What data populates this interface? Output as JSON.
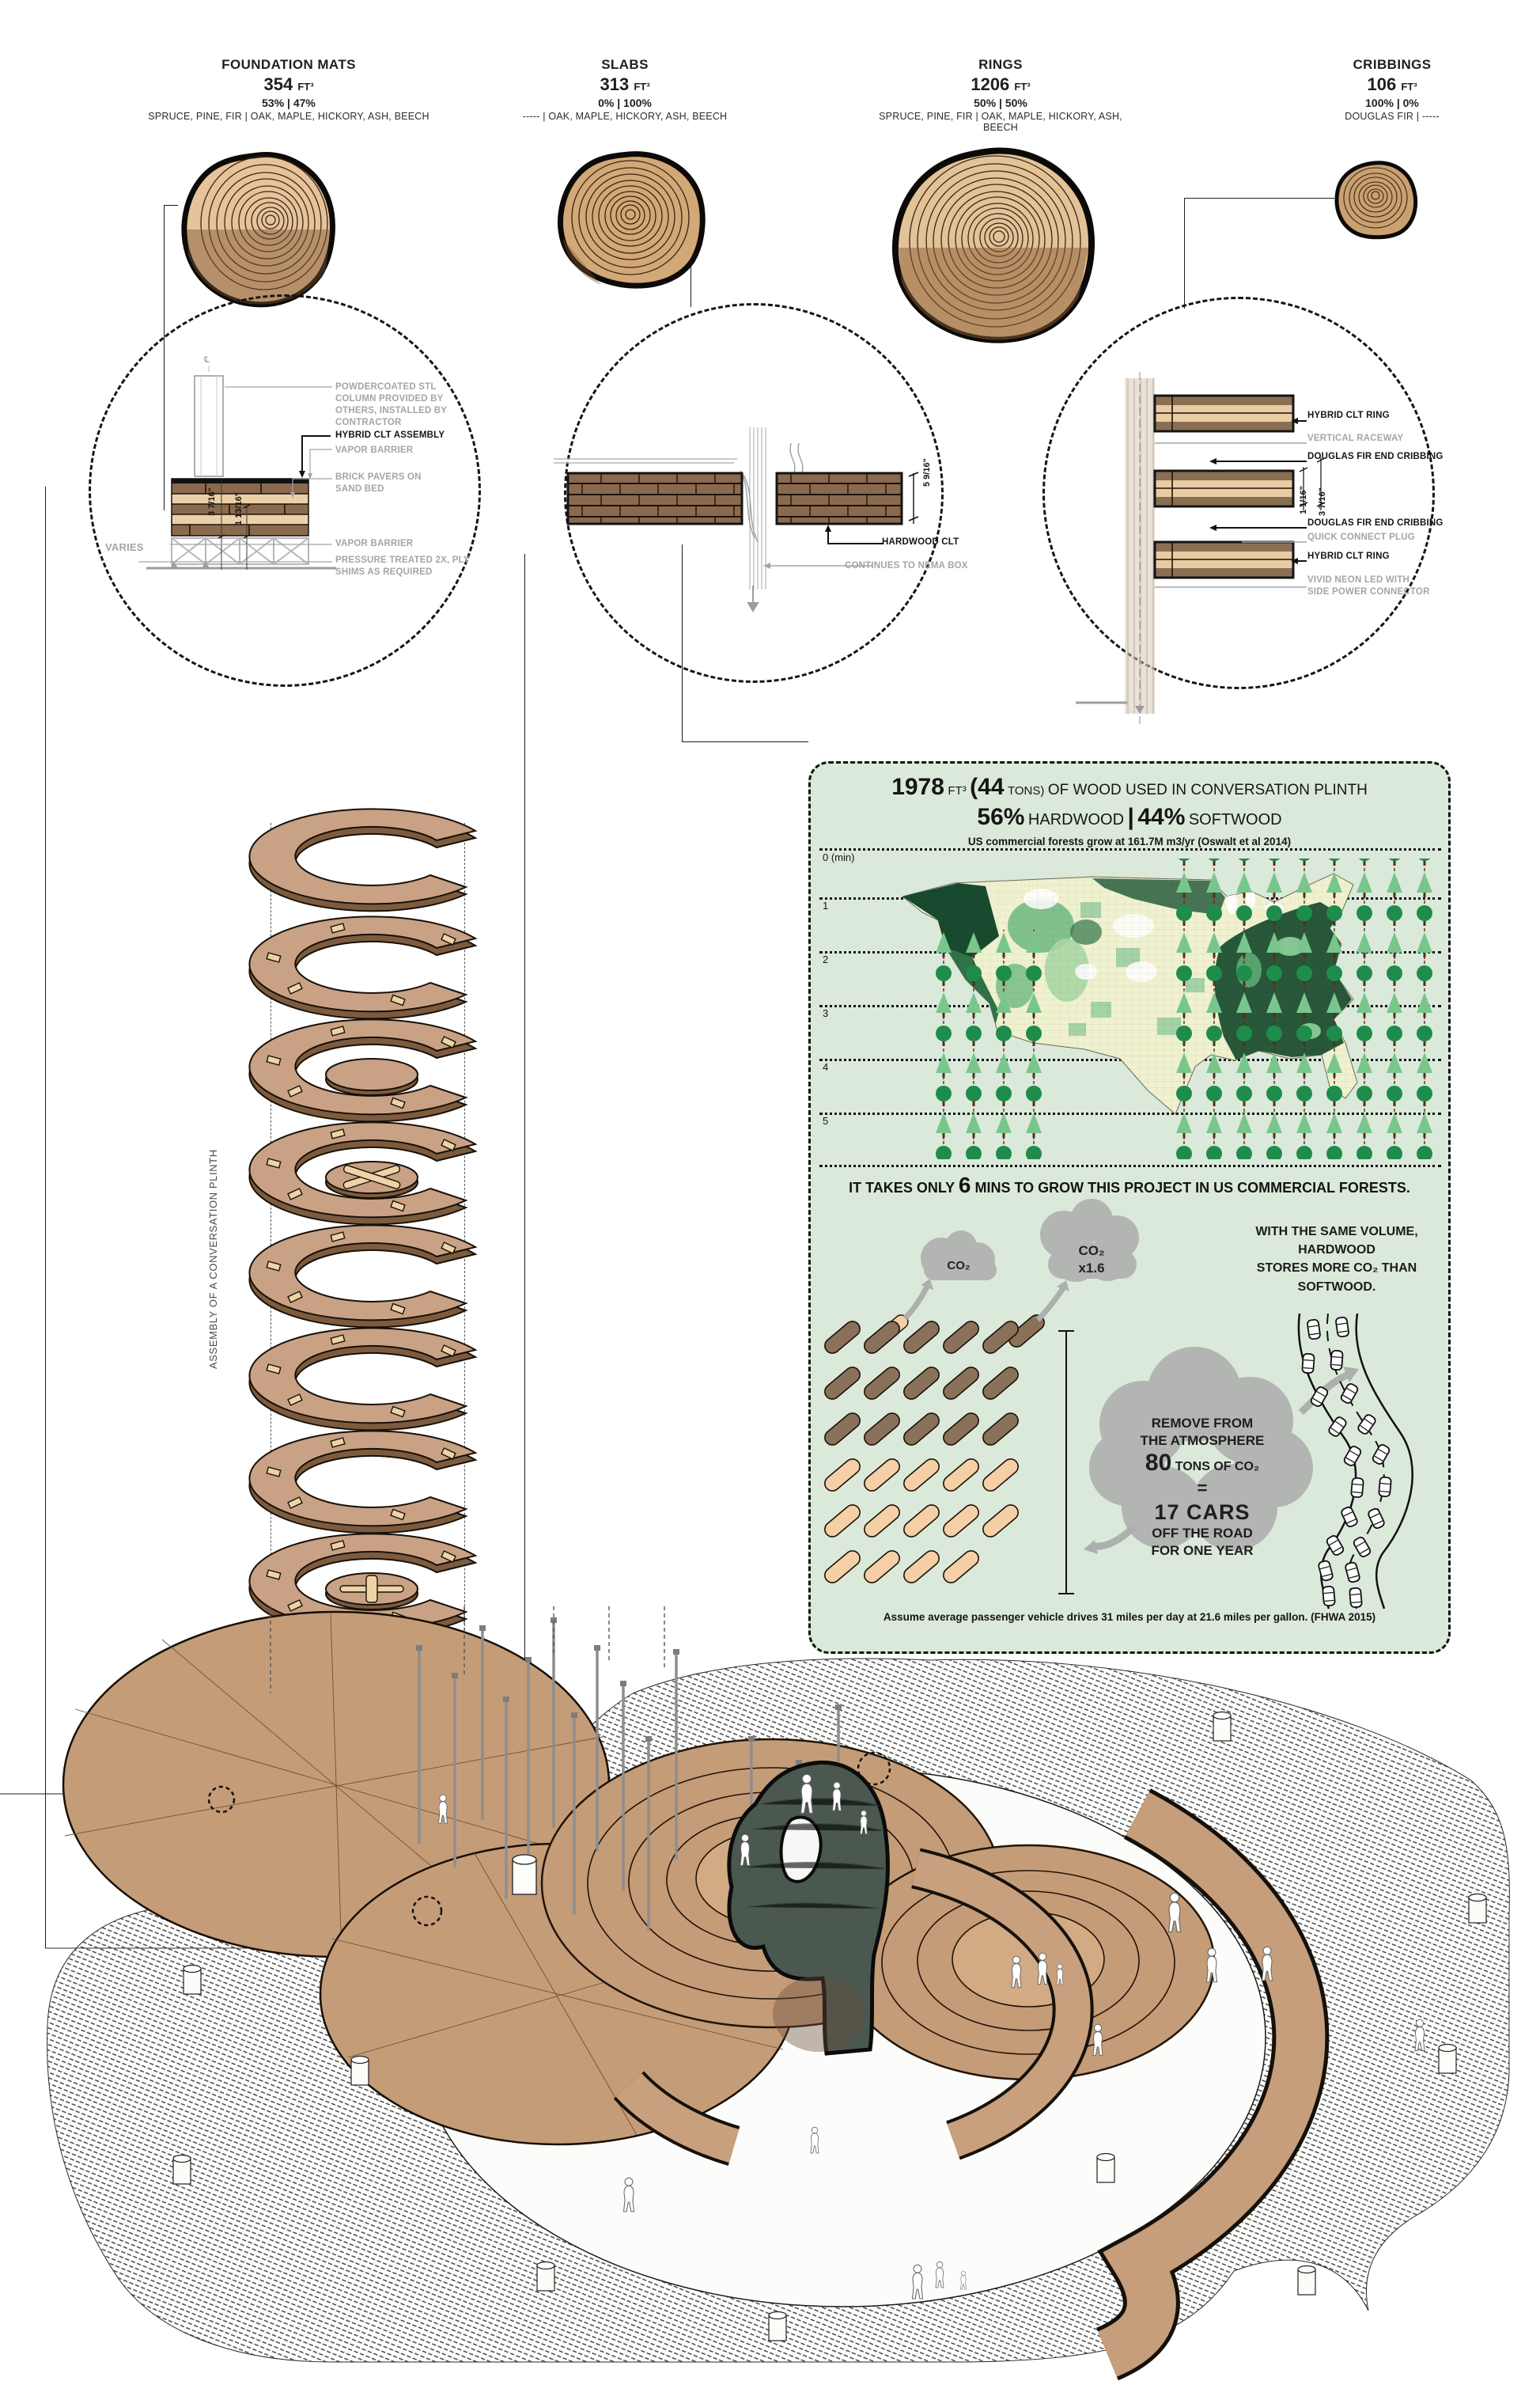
{
  "materials": [
    {
      "name": "FOUNDATION MATS",
      "volume": "354",
      "unit": "FT³",
      "split": "53% | 47%",
      "species": "SPRUCE, PINE, FIR | OAK, MAPLE, HICKORY, ASH, BEECH"
    },
    {
      "name": "SLABS",
      "volume": "313",
      "unit": "FT³",
      "split": "0% | 100%",
      "species": "----- | OAK, MAPLE, HICKORY, ASH, BEECH"
    },
    {
      "name": "RINGS",
      "volume": "1206",
      "unit": "FT³",
      "split": "50% | 50%",
      "species": "SPRUCE, PINE, FIR | OAK, MAPLE, HICKORY, ASH, BEECH"
    },
    {
      "name": "CRIBBINGS",
      "volume": "106",
      "unit": "FT³",
      "split": "100% | 0%",
      "species": "DOUGLAS FIR | -----"
    }
  ],
  "assembly_label": "ASSEMBLY OF A CONVERSATION PLINTH",
  "details": {
    "foundation": {
      "centerline": "℄",
      "callouts": [
        "POWDERCOATED STL COLUMN PROVIDED BY OTHERS, INSTALLED BY CONTRACTOR",
        "HYBRID CLT ASSEMBLY",
        "VAPOR BARRIER",
        "BRICK PAVERS ON SAND BED",
        "VAPOR BARRIER",
        "PRESSURE TREATED 2X, PLY SHIMS AS REQUIRED"
      ],
      "dims": [
        "3 7/16\"",
        "1 13/16\"",
        "VARIES"
      ]
    },
    "slab": {
      "label_black": "HARDWOOD CLT",
      "label_gray": "CONTINUES TO NEMA BOX",
      "dim": "5 9/16\""
    },
    "cribbing": {
      "callouts": [
        "HYBRID CLT RING",
        "VERTICAL RACEWAY",
        "DOUGLAS FIR END CRIBBING",
        "DOUGLAS FIR END CRIBBING",
        "QUICK CONNECT PLUG",
        "HYBRID CLT RING",
        "VIVID NEON LED WITH SIDE POWER CONNECTOR"
      ],
      "dims": [
        "1 1/16\"",
        "3 7/16\""
      ]
    }
  },
  "panel": {
    "title": {
      "v1": "1978",
      "u1": "FT³",
      "v2": "(44",
      "u2": "TONS)",
      "rest": "OF WOOD USED IN CONVERSATION PLINTH"
    },
    "subtitle": {
      "v1": "56%",
      "t1": "HARDWOOD",
      "sep": "|",
      "v2": "44%",
      "t2": "SOFTWOOD"
    },
    "note": "US commercial forests grow at 161.7M m3/yr (Oswalt et al 2014)",
    "minutes": [
      "0 (min)",
      "1",
      "2",
      "3",
      "4",
      "5"
    ],
    "takeaway": {
      "pre": "IT TAKES ONLY",
      "num": "6",
      "post": "MINS TO GROW THIS PROJECT IN US COMMERCIAL FORESTS."
    },
    "co2_small": "CO₂",
    "co2_big_l1": "CO₂",
    "co2_big_l2": "x1.6",
    "same_volume": [
      "WITH THE SAME VOLUME,",
      "HARDWOOD",
      "STORES MORE CO₂ THAN",
      "SOFTWOOD."
    ],
    "cloud": {
      "l1": "REMOVE FROM",
      "l2": "THE ATMOSPHERE",
      "big": "80",
      "l3": "TONS OF CO₂",
      "eq": "=",
      "big2": "17 CARS",
      "l4": "OFF THE ROAD",
      "l5": "FOR ONE YEAR"
    },
    "footnote": "Assume average passenger vehicle drives 31 miles per day at 21.6 miles per gallon. (FHWA 2015)"
  },
  "chart_data": {
    "type": "other",
    "title": "Minutes to grow project volume in US commercial forests",
    "ylabel": "minutes",
    "tick_labels": [
      "0 (min)",
      "1",
      "2",
      "3",
      "4",
      "5"
    ],
    "value_minutes": 6,
    "annotation": "IT TAKES ONLY 6 MINS TO GROW THIS PROJECT IN US COMMERCIAL FORESTS.",
    "growth_rate_note": "US commercial forests grow at 161.7M m3/yr (Oswalt et al 2014)"
  },
  "colors": {
    "panel_bg": "#dbe9da",
    "wood": "#c9a185",
    "wood_dark": "#7d5b3e",
    "tree_green": "#1e8c4a",
    "tree_light": "#79c68c",
    "cloud_gray": "#b2b5b1",
    "gray_label": "#a3a5a8"
  }
}
